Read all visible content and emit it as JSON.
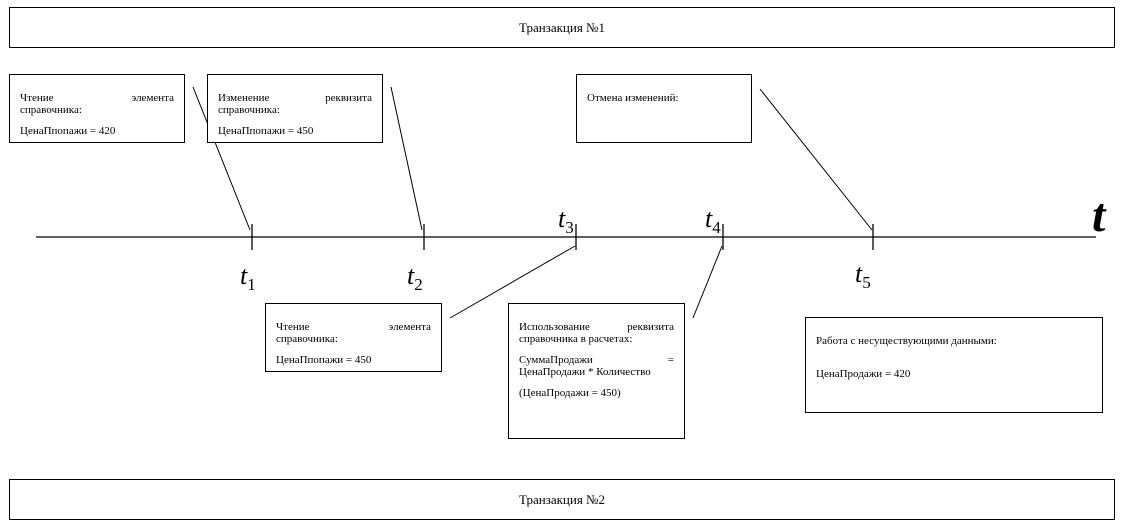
{
  "transactions": {
    "t1": "Транзакция  №1",
    "t2": "Транзакция  №2"
  },
  "axis": {
    "symbol": "t",
    "ticks": [
      {
        "base": "t",
        "sub": "1"
      },
      {
        "base": "t",
        "sub": "2"
      },
      {
        "base": "t",
        "sub": "3"
      },
      {
        "base": "t",
        "sub": "4"
      },
      {
        "base": "t",
        "sub": "5"
      }
    ]
  },
  "boxes": {
    "read1": {
      "line1a": "Чтение",
      "line1b": "элемента",
      "line2": "справочника:",
      "value": "ЦенаПпопажи = 420"
    },
    "change": {
      "line1a": "Изменение",
      "line1b": "реквизита",
      "line2": "справочника:",
      "value": "ЦенаПпопажи = 450"
    },
    "cancel": {
      "line1": "Отмена изменений:"
    },
    "read2": {
      "line1a": "Чтение",
      "line1b": "элемента",
      "line2": "справочника:",
      "value": "ЦенаПпопажи = 450"
    },
    "use": {
      "line1a": "Использование",
      "line1b": "реквизита",
      "line2": "справочника в расчетах:",
      "formula1a": "СуммаПродажи",
      "formula1b": "=",
      "formula2": "ЦенаПродажи * Количество",
      "note": "(ЦенаПродажи = 450)"
    },
    "stale": {
      "line1": "Работа с несуществующими данными:",
      "value": "ЦенаПродажи = 420"
    }
  }
}
